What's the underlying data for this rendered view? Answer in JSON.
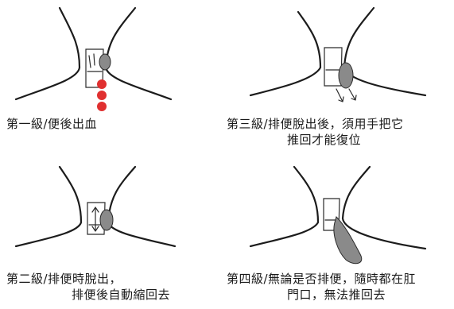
{
  "stages": [
    {
      "caption_line1": "第一級/便後出血",
      "caption_line2": ""
    },
    {
      "caption_line1": "第三級/排便脫出後，須用手把它",
      "caption_line2": "推回才能復位"
    },
    {
      "caption_line1": "第二級/排便時脫出，",
      "caption_line2": "排便後自動縮回去"
    },
    {
      "caption_line1": "第四級/無論是否排便，隨時都在肛",
      "caption_line2": "門口，無法推回去"
    }
  ],
  "colors": {
    "blood_drop": "#e03030",
    "ink": "#1c1c1c",
    "shading": "#8a8a8a"
  }
}
